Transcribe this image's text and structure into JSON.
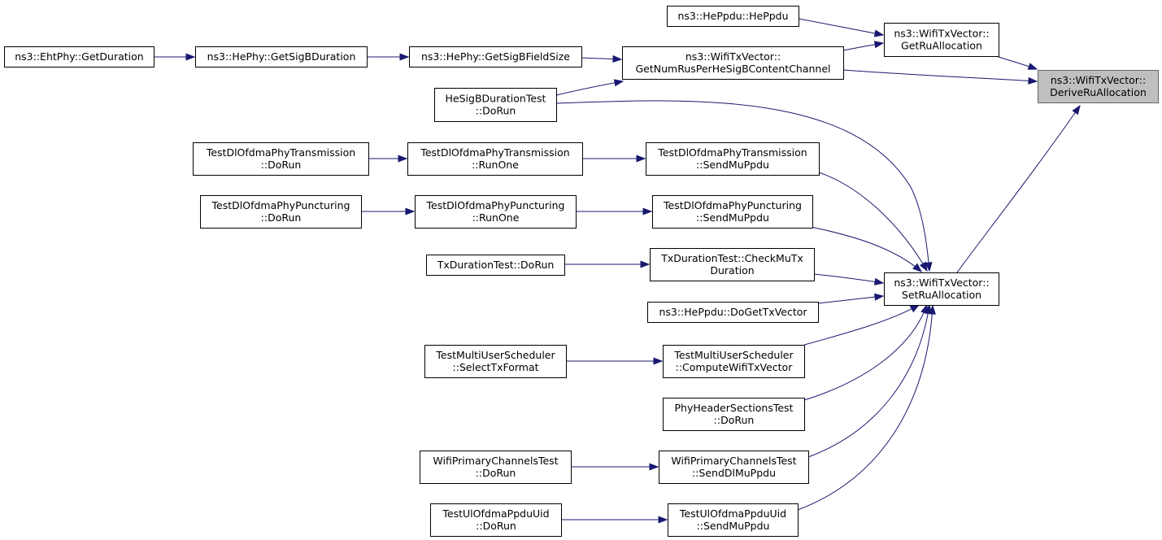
{
  "nodes": {
    "derive": {
      "lines": [
        "ns3::WifiTxVector::",
        "DeriveRuAllocation"
      ]
    },
    "getru": {
      "lines": [
        "ns3::WifiTxVector::",
        "GetRuAllocation"
      ]
    },
    "heppdu": {
      "lines": [
        "ns3::HePpdu::HePpdu"
      ]
    },
    "getnumrus": {
      "lines": [
        "ns3::WifiTxVector::",
        "GetNumRusPerHeSigBContentChannel"
      ]
    },
    "setru": {
      "lines": [
        "ns3::WifiTxVector::",
        "SetRuAllocation"
      ]
    },
    "sigbfield": {
      "lines": [
        "ns3::HePhy::GetSigBFieldSize"
      ]
    },
    "sigbdur": {
      "lines": [
        "ns3::HePhy::GetSigBDuration"
      ]
    },
    "ehtdur": {
      "lines": [
        "ns3::EhtPhy::GetDuration"
      ]
    },
    "hesigbtest": {
      "lines": [
        "HeSigBDurationTest",
        "::DoRun"
      ]
    },
    "dlsend": {
      "lines": [
        "TestDlOfdmaPhyTransmission",
        "::SendMuPpdu"
      ]
    },
    "dlrunone": {
      "lines": [
        "TestDlOfdmaPhyTransmission",
        "::RunOne"
      ]
    },
    "dldorun": {
      "lines": [
        "TestDlOfdmaPhyTransmission",
        "::DoRun"
      ]
    },
    "pusend": {
      "lines": [
        "TestDlOfdmaPhyPuncturing",
        "::SendMuPpdu"
      ]
    },
    "purunone": {
      "lines": [
        "TestDlOfdmaPhyPuncturing",
        "::RunOne"
      ]
    },
    "pudorun": {
      "lines": [
        "TestDlOfdmaPhyPuncturing",
        "::DoRun"
      ]
    },
    "txcheck": {
      "lines": [
        "TxDurationTest::CheckMuTx",
        "Duration"
      ]
    },
    "txdorun": {
      "lines": [
        "TxDurationTest::DoRun"
      ]
    },
    "dogettx": {
      "lines": [
        "ns3::HePpdu::DoGetTxVector"
      ]
    },
    "muscompute": {
      "lines": [
        "TestMultiUserScheduler",
        "::ComputeWifiTxVector"
      ]
    },
    "musselect": {
      "lines": [
        "TestMultiUserScheduler",
        "::SelectTxFormat"
      ]
    },
    "phyheader": {
      "lines": [
        "PhyHeaderSectionsTest",
        "::DoRun"
      ]
    },
    "wpsend": {
      "lines": [
        "WifiPrimaryChannelsTest",
        "::SendDlMuPpdu"
      ]
    },
    "wpdorun": {
      "lines": [
        "WifiPrimaryChannelsTest",
        "::DoRun"
      ]
    },
    "ulsend": {
      "lines": [
        "TestUlOfdmaPpduUid",
        "::SendMuPpdu"
      ]
    },
    "uldorun": {
      "lines": [
        "TestUlOfdmaPpduUid",
        "::DoRun"
      ]
    }
  },
  "edges": [
    [
      "getru",
      "derive"
    ],
    [
      "getnumrus",
      "derive"
    ],
    [
      "setru",
      "derive"
    ],
    [
      "heppdu",
      "getru"
    ],
    [
      "getnumrus",
      "getru"
    ],
    [
      "sigbfield",
      "getnumrus"
    ],
    [
      "hesigbtest",
      "getnumrus"
    ],
    [
      "sigbdur",
      "sigbfield"
    ],
    [
      "ehtdur",
      "sigbdur"
    ],
    [
      "hesigbtest",
      "setru"
    ],
    [
      "dlsend",
      "setru"
    ],
    [
      "pusend",
      "setru"
    ],
    [
      "txcheck",
      "setru"
    ],
    [
      "dogettx",
      "setru"
    ],
    [
      "muscompute",
      "setru"
    ],
    [
      "phyheader",
      "setru"
    ],
    [
      "wpsend",
      "setru"
    ],
    [
      "ulsend",
      "setru"
    ],
    [
      "dlrunone",
      "dlsend"
    ],
    [
      "dldorun",
      "dlrunone"
    ],
    [
      "purunone",
      "pusend"
    ],
    [
      "pudorun",
      "purunone"
    ],
    [
      "txdorun",
      "txcheck"
    ],
    [
      "musselect",
      "muscompute"
    ],
    [
      "wpdorun",
      "wpsend"
    ],
    [
      "uldorun",
      "ulsend"
    ]
  ],
  "colors": {
    "edge": "#191970",
    "selected_fill": "#bfbfbf"
  }
}
